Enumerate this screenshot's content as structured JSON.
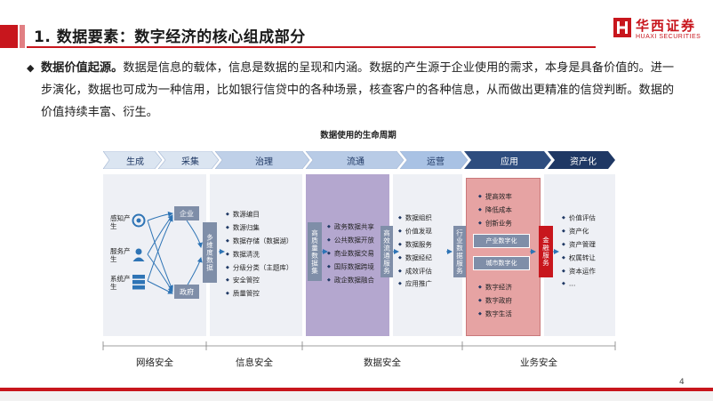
{
  "header": {
    "title": "1. 数据要素：数字经济的核心组成部分",
    "logo_cn": "华西证券",
    "logo_en": "HUAXI SECURITIES"
  },
  "paragraph": {
    "bold": "数据价值起源。",
    "text": "数据是信息的载体，信息是数据的呈现和内涵。数据的产生源于企业使用的需求，本身是具备价值的。进一步演化，数据也可成为一种信用，比如银行信贷中的各种场景，核查客户的各种信息，从而做出更精准的信贷判断。数据的价值持续丰富、衍生。"
  },
  "diagram": {
    "title": "数据使用的生命周期",
    "stages": [
      "生成",
      "采集",
      "治理",
      "流通",
      "运营",
      "应用",
      "资产化"
    ],
    "sources": [
      "感知产生",
      "服务产生",
      "系统产生"
    ],
    "collect": [
      "企业",
      "政府"
    ],
    "govern_box": "多维度数据",
    "govern_list": [
      "数源编目",
      "数源归集",
      "数据存储（数据湖）",
      "数据清洗",
      "分级分类（主题库）",
      "安全管控",
      "质量管控"
    ],
    "circ_box": "高质量数据集",
    "circ_list": [
      "政务数据共享",
      "公共数据开放",
      "商业数据交易",
      "国际数据跨境",
      "政企数据融合"
    ],
    "ops_box": "高效流通服务",
    "ops_list": [
      "数据组织",
      "价值发现",
      "数据服务",
      "数据经纪",
      "成效评估",
      "应用推广"
    ],
    "app_box": "行业数据服务",
    "app_top": [
      "提高效率",
      "降低成本",
      "创新业务"
    ],
    "app_mid": [
      "产业数字化",
      "城市数字化"
    ],
    "app_bottom": [
      "数字经济",
      "数字政府",
      "数字生活"
    ],
    "asset_box": "金融服务",
    "asset_list": [
      "价值评估",
      "资产化",
      "资产管理",
      "权属转让",
      "资本运作",
      "…"
    ],
    "security": [
      "网络安全",
      "信息安全",
      "数据安全",
      "业务安全"
    ]
  },
  "page_number": "4",
  "colors": {
    "brand": "#c8161d",
    "navy": "#1f3864",
    "purple": "#b4a7cf",
    "pink": "#e6a3a3",
    "box": "#7f8ea8"
  }
}
